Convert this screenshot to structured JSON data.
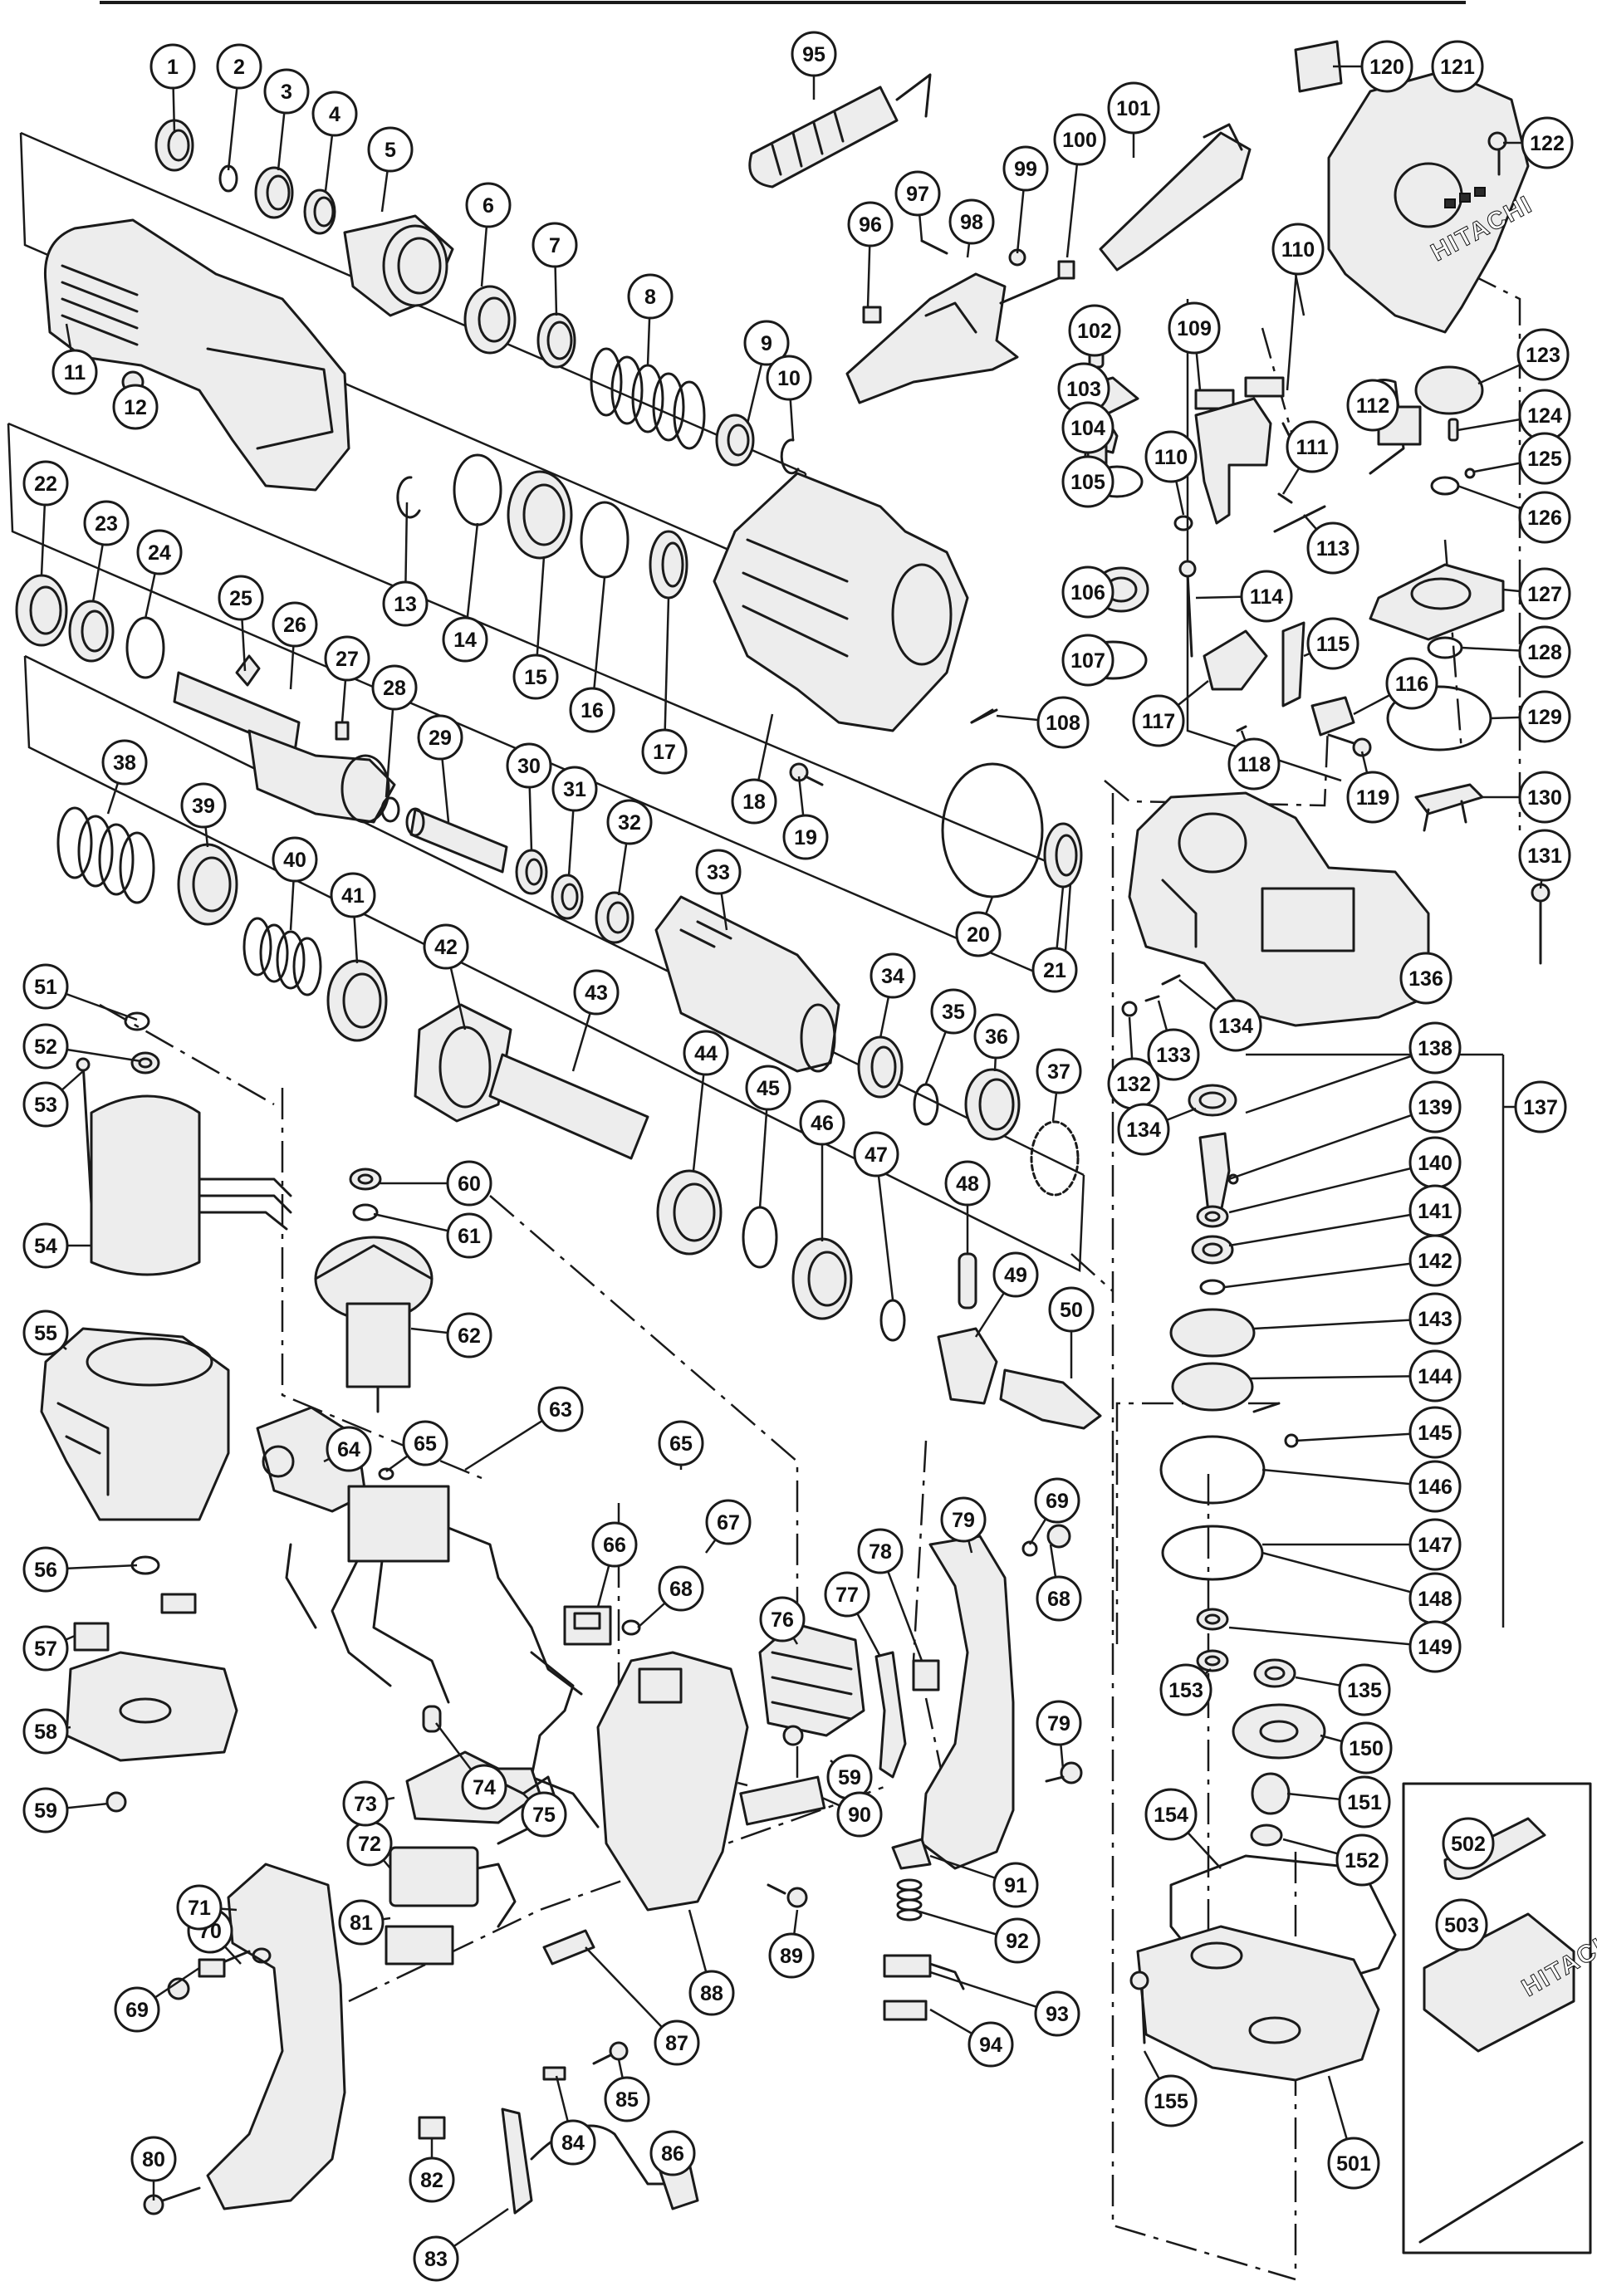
{
  "brand_marks": [
    "HITACHI",
    "HITACHI"
  ],
  "parts": [
    {
      "n": "1"
    },
    {
      "n": "2"
    },
    {
      "n": "3"
    },
    {
      "n": "4"
    },
    {
      "n": "5"
    },
    {
      "n": "6"
    },
    {
      "n": "7"
    },
    {
      "n": "8"
    },
    {
      "n": "9"
    },
    {
      "n": "10"
    },
    {
      "n": "11"
    },
    {
      "n": "12"
    },
    {
      "n": "13"
    },
    {
      "n": "14"
    },
    {
      "n": "15"
    },
    {
      "n": "16"
    },
    {
      "n": "17"
    },
    {
      "n": "18"
    },
    {
      "n": "19"
    },
    {
      "n": "20"
    },
    {
      "n": "21"
    },
    {
      "n": "22"
    },
    {
      "n": "23"
    },
    {
      "n": "24"
    },
    {
      "n": "25"
    },
    {
      "n": "26"
    },
    {
      "n": "27"
    },
    {
      "n": "28"
    },
    {
      "n": "29"
    },
    {
      "n": "30"
    },
    {
      "n": "31"
    },
    {
      "n": "32"
    },
    {
      "n": "33"
    },
    {
      "n": "34"
    },
    {
      "n": "35"
    },
    {
      "n": "36"
    },
    {
      "n": "37"
    },
    {
      "n": "38"
    },
    {
      "n": "39"
    },
    {
      "n": "40"
    },
    {
      "n": "41"
    },
    {
      "n": "42"
    },
    {
      "n": "43"
    },
    {
      "n": "44"
    },
    {
      "n": "45"
    },
    {
      "n": "46"
    },
    {
      "n": "47"
    },
    {
      "n": "48"
    },
    {
      "n": "49"
    },
    {
      "n": "50"
    },
    {
      "n": "51"
    },
    {
      "n": "52"
    },
    {
      "n": "53"
    },
    {
      "n": "54"
    },
    {
      "n": "55"
    },
    {
      "n": "56"
    },
    {
      "n": "57"
    },
    {
      "n": "58"
    },
    {
      "n": "59"
    },
    {
      "n": "59"
    },
    {
      "n": "60"
    },
    {
      "n": "61"
    },
    {
      "n": "62"
    },
    {
      "n": "63"
    },
    {
      "n": "64"
    },
    {
      "n": "65"
    },
    {
      "n": "65"
    },
    {
      "n": "66"
    },
    {
      "n": "67"
    },
    {
      "n": "68"
    },
    {
      "n": "68"
    },
    {
      "n": "69"
    },
    {
      "n": "69"
    },
    {
      "n": "70"
    },
    {
      "n": "71"
    },
    {
      "n": "72"
    },
    {
      "n": "73"
    },
    {
      "n": "74"
    },
    {
      "n": "75"
    },
    {
      "n": "76"
    },
    {
      "n": "77"
    },
    {
      "n": "78"
    },
    {
      "n": "79"
    },
    {
      "n": "79"
    },
    {
      "n": "80"
    },
    {
      "n": "81"
    },
    {
      "n": "82"
    },
    {
      "n": "83"
    },
    {
      "n": "84"
    },
    {
      "n": "85"
    },
    {
      "n": "86"
    },
    {
      "n": "87"
    },
    {
      "n": "88"
    },
    {
      "n": "89"
    },
    {
      "n": "90"
    },
    {
      "n": "91"
    },
    {
      "n": "92"
    },
    {
      "n": "93"
    },
    {
      "n": "94"
    },
    {
      "n": "95"
    },
    {
      "n": "96"
    },
    {
      "n": "97"
    },
    {
      "n": "98"
    },
    {
      "n": "99"
    },
    {
      "n": "100"
    },
    {
      "n": "101"
    },
    {
      "n": "102"
    },
    {
      "n": "103"
    },
    {
      "n": "104"
    },
    {
      "n": "105"
    },
    {
      "n": "106"
    },
    {
      "n": "107"
    },
    {
      "n": "108"
    },
    {
      "n": "109"
    },
    {
      "n": "110"
    },
    {
      "n": "110"
    },
    {
      "n": "111"
    },
    {
      "n": "112"
    },
    {
      "n": "113"
    },
    {
      "n": "114"
    },
    {
      "n": "115"
    },
    {
      "n": "116"
    },
    {
      "n": "117"
    },
    {
      "n": "118"
    },
    {
      "n": "119"
    },
    {
      "n": "120"
    },
    {
      "n": "121"
    },
    {
      "n": "122"
    },
    {
      "n": "123"
    },
    {
      "n": "124"
    },
    {
      "n": "125"
    },
    {
      "n": "126"
    },
    {
      "n": "127"
    },
    {
      "n": "128"
    },
    {
      "n": "129"
    },
    {
      "n": "130"
    },
    {
      "n": "131"
    },
    {
      "n": "132"
    },
    {
      "n": "133"
    },
    {
      "n": "134"
    },
    {
      "n": "134"
    },
    {
      "n": "135"
    },
    {
      "n": "136"
    },
    {
      "n": "137"
    },
    {
      "n": "138"
    },
    {
      "n": "139"
    },
    {
      "n": "140"
    },
    {
      "n": "141"
    },
    {
      "n": "142"
    },
    {
      "n": "143"
    },
    {
      "n": "144"
    },
    {
      "n": "145"
    },
    {
      "n": "146"
    },
    {
      "n": "147"
    },
    {
      "n": "148"
    },
    {
      "n": "149"
    },
    {
      "n": "150"
    },
    {
      "n": "151"
    },
    {
      "n": "152"
    },
    {
      "n": "153"
    },
    {
      "n": "154"
    },
    {
      "n": "155"
    },
    {
      "n": "501"
    },
    {
      "n": "502"
    },
    {
      "n": "503"
    }
  ]
}
